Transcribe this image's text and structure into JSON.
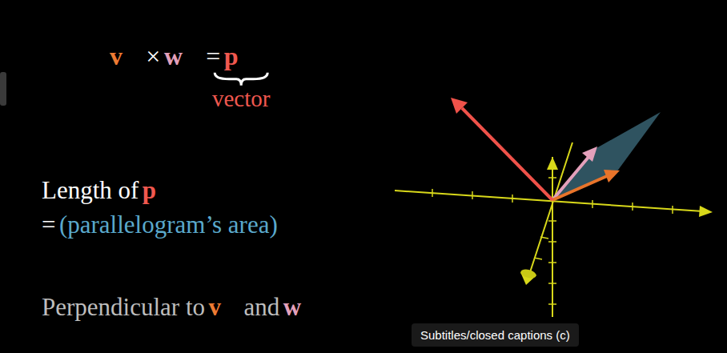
{
  "diagram": {
    "nodes": [
      {
        "text": [
          "Subtitles/closed captions (c)"
        ]
      }
    ],
    "labels": [
      "v⃗",
      "×",
      "w⃗",
      "=",
      "p⃗",
      "vector",
      "Length of",
      "p⃗",
      "=",
      "(parallelogram’s area)",
      "Perpendicular to",
      "v⃗",
      "and",
      "w⃗"
    ]
  }
}
